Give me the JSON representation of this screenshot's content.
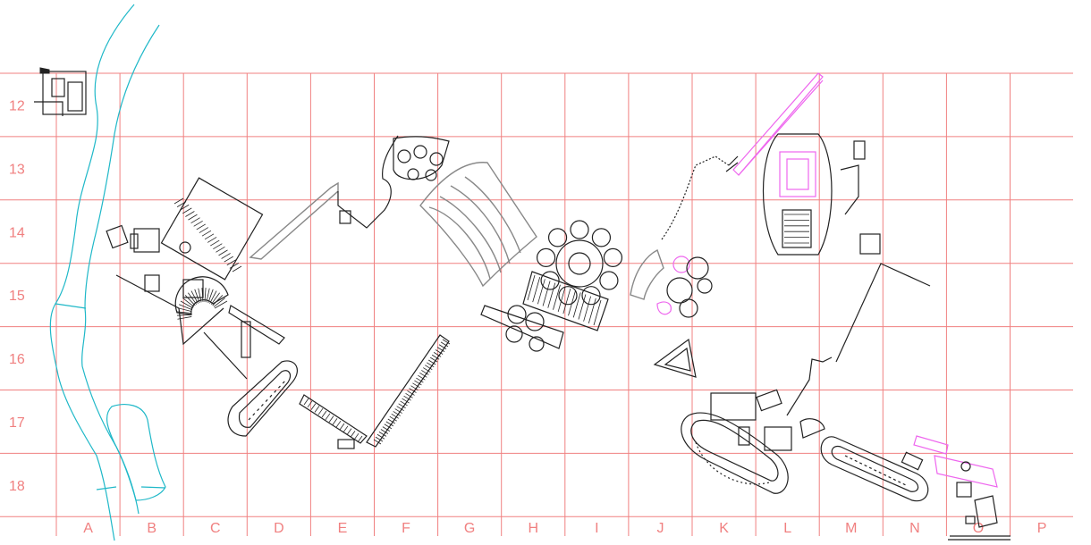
{
  "colors": {
    "grid": "#f08080",
    "river": "#1fb8c8",
    "ink": "#222222",
    "grey": "#888888",
    "magenta": "#ee66ee",
    "background": "#ffffff"
  },
  "grid": {
    "columns": [
      "A",
      "B",
      "C",
      "D",
      "E",
      "F",
      "G",
      "H",
      "I",
      "J",
      "K",
      "L",
      "M",
      "N",
      "O",
      "P"
    ],
    "rows": [
      "12",
      "13",
      "14",
      "15",
      "16",
      "17",
      "18"
    ]
  }
}
